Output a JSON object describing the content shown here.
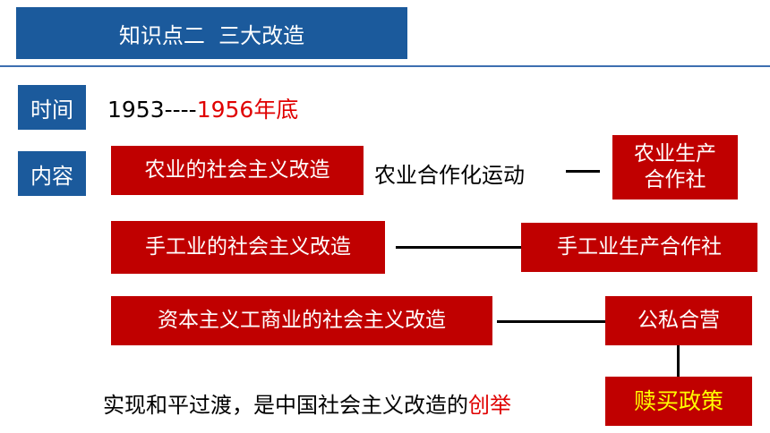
{
  "header": {
    "title": "知识点二  三大改造"
  },
  "time": {
    "label": "时间",
    "start": "1953----",
    "end": "1956年底"
  },
  "content": {
    "label": "内容",
    "agriculture": {
      "reform": "农业的社会主义改造",
      "movement": "农业合作化运动",
      "result_line1": "农业生产",
      "result_line2": "合作社"
    },
    "handicraft": {
      "reform": "手工业的社会主义改造",
      "result": "手工业生产合作社"
    },
    "capitalist": {
      "reform": "资本主义工商业的社会主义改造",
      "result": "公私合营"
    },
    "conclusion": {
      "text": "实现和平过渡，是中国社会主义改造的",
      "highlight": "创举"
    },
    "policy": "赎买政策"
  },
  "colors": {
    "title_blue": "#1b5a9c",
    "box_red": "#c00000",
    "highlight_red": "#e00000",
    "policy_yellow": "#ffff00"
  }
}
